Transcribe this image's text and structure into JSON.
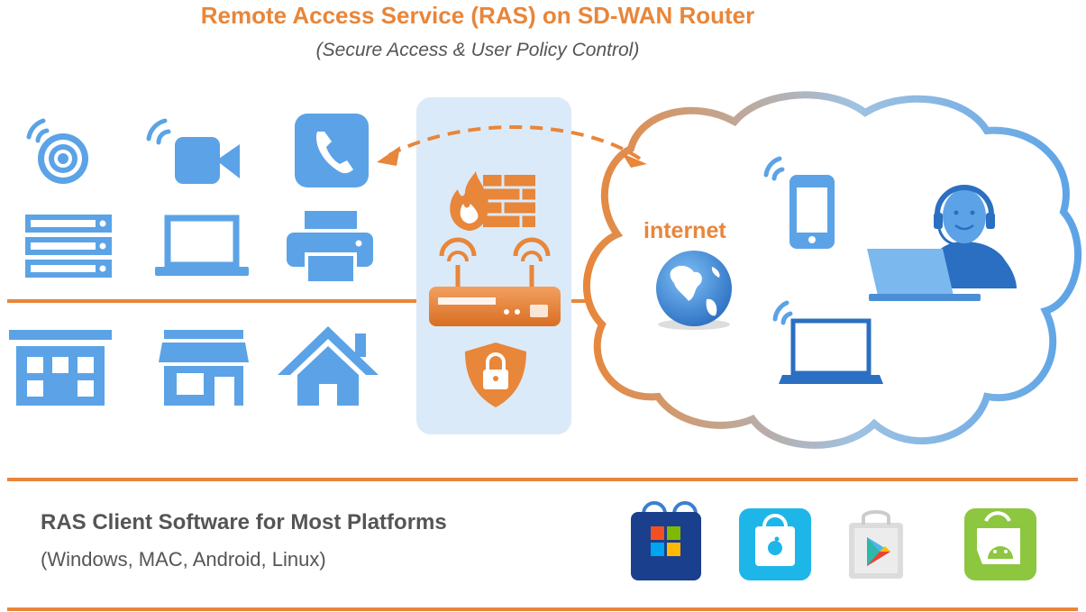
{
  "header": {
    "title": "Remote Access Service (RAS) on SD-WAN Router",
    "subtitle": "(Secure Access & User Policy Control)"
  },
  "cloud": {
    "label": "internet"
  },
  "client_software": {
    "title": "RAS Client Software for Most Platforms",
    "platforms": "(Windows, MAC, Android, Linux)"
  },
  "colors": {
    "accent": "#e8863a",
    "icon_blue": "#5ba3e6",
    "text_gray": "#555555",
    "panel": "#dbeaf8"
  },
  "icons": {
    "local_devices": [
      "wireless-camera-icon",
      "video-camera-icon",
      "phone-icon",
      "server-icon",
      "laptop-icon",
      "printer-icon"
    ],
    "sites": [
      "office-building-icon",
      "store-icon",
      "home-icon"
    ],
    "router_panel": [
      "firewall-icon",
      "router-icon",
      "security-lock-icon"
    ],
    "remote_devices": [
      "smartphone-icon",
      "support-agent-icon",
      "laptop-icon",
      "globe-icon"
    ],
    "app_stores": [
      "windows-store-icon",
      "apple-app-store-icon",
      "google-play-icon",
      "android-store-icon"
    ]
  }
}
